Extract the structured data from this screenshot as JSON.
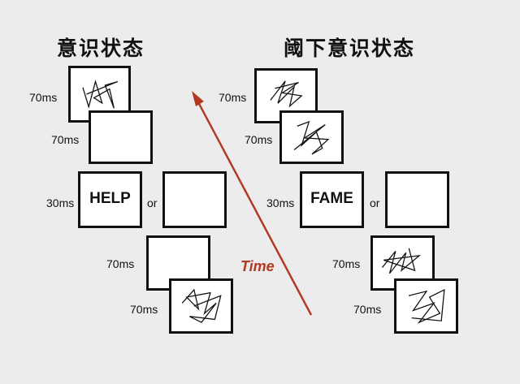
{
  "left_panel": {
    "title": "意识状态",
    "mask1_duration": "70ms",
    "blank1_duration": "70ms",
    "target_duration": "30ms",
    "target_word": "HELP",
    "or_label": "or",
    "blank2_duration": "70ms",
    "mask2_duration": "70ms"
  },
  "right_panel": {
    "title": "阈下意识状态",
    "mask1_duration": "70ms",
    "mask2_duration": "70ms",
    "target_duration": "30ms",
    "target_word": "FAME",
    "or_label": "or",
    "mask3_duration": "70ms",
    "mask4_duration": "70ms"
  },
  "time_axis": {
    "label": "Time",
    "color": "#b23a24"
  },
  "colors": {
    "frame_border": "#111111",
    "background": "#ffffff",
    "page_background": "#ececec"
  }
}
